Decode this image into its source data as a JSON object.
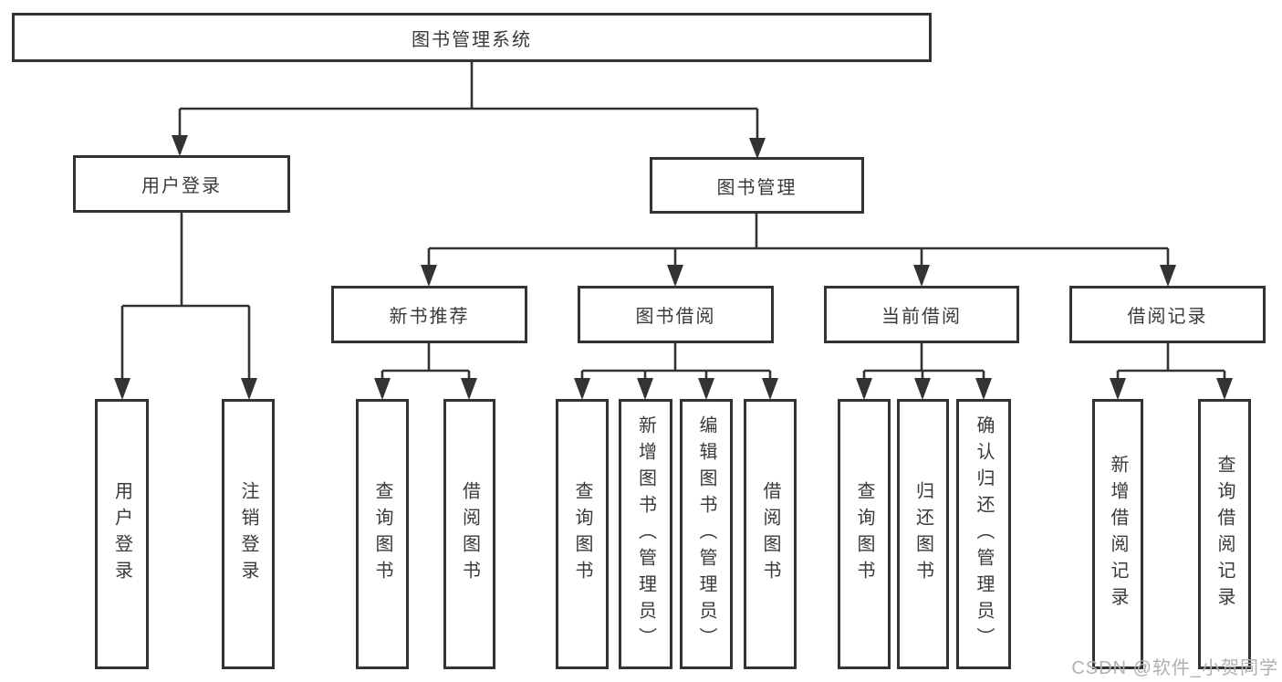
{
  "diagram": {
    "title": "图书管理系统",
    "branches": [
      {
        "label": "用户登录",
        "children": [
          "用户登录",
          "注销登录"
        ]
      },
      {
        "label": "图书管理",
        "sections": [
          {
            "label": "新书推荐",
            "children": [
              "查询图书",
              "借阅图书"
            ]
          },
          {
            "label": "图书借阅",
            "children": [
              "查询图书",
              "新增图书（管理员）",
              "编辑图书（管理员）",
              "借阅图书"
            ]
          },
          {
            "label": "当前借阅",
            "children": [
              "查询图书",
              "归还图书",
              "确认归还（管理员）"
            ]
          },
          {
            "label": "借阅记录",
            "children": [
              "新增借阅记录",
              "查询借阅记录"
            ]
          }
        ]
      }
    ]
  },
  "colors": {
    "line": "#333333",
    "border": "#333333",
    "text": "#3a3a3a",
    "watermark": "#b0b0b0",
    "background": "#ffffff"
  },
  "watermark": "CSDN @软件_小贺同学"
}
